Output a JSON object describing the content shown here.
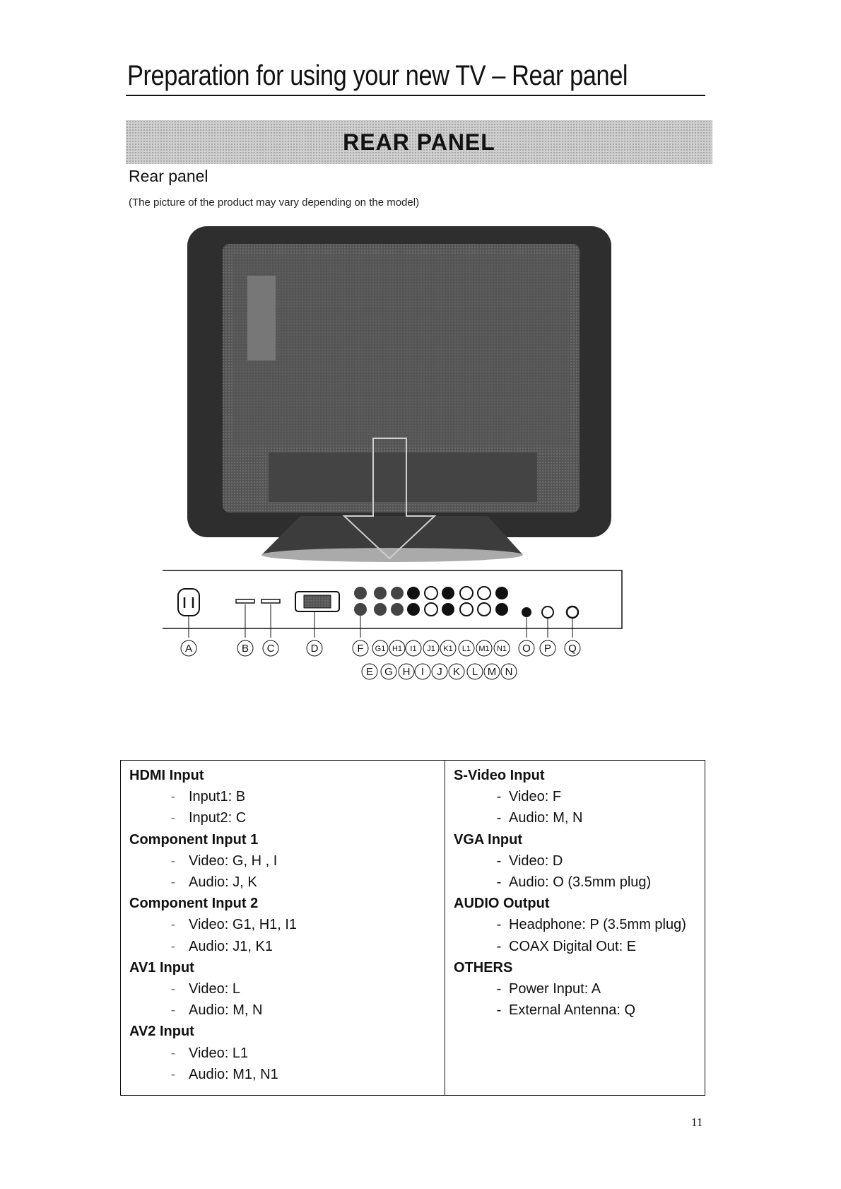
{
  "header": {
    "title": "Preparation for using your new TV – Rear panel",
    "banner": "REAR PANEL"
  },
  "intro": {
    "subtitle": "Rear panel",
    "note": "(The picture of the product may vary depending on the model)"
  },
  "labels": {
    "top": [
      "A",
      "B",
      "C",
      "D",
      "F",
      "G1",
      "H1",
      "I1",
      "J1",
      "K1",
      "L1",
      "M1",
      "N1",
      "O",
      "P",
      "Q"
    ],
    "bottom": [
      "E",
      "G",
      "H",
      "I",
      "J",
      "K",
      "L",
      "M",
      "N"
    ]
  },
  "sections_left": [
    {
      "title": "HDMI Input",
      "items": [
        "Input1: B",
        "Input2: C"
      ]
    },
    {
      "title": "Component Input 1",
      "items": [
        "Video: G, H , I",
        "Audio: J, K"
      ]
    },
    {
      "title": "Component Input 2",
      "items": [
        "Video: G1, H1, I1",
        "Audio: J1, K1"
      ]
    },
    {
      "title": "AV1 Input",
      "items": [
        "Video: L",
        "Audio: M, N"
      ]
    },
    {
      "title": "AV2 Input",
      "items": [
        "Video: L1",
        "Audio: M1, N1"
      ]
    }
  ],
  "sections_right": [
    {
      "title": "S-Video Input",
      "items": [
        "Video: F",
        "Audio: M, N"
      ]
    },
    {
      "title": "VGA Input",
      "items": [
        "Video: D",
        "Audio: O (3.5mm plug)"
      ]
    },
    {
      "title": "AUDIO Output",
      "items": [
        "Headphone: P (3.5mm plug)",
        "COAX Digital Out: E"
      ]
    },
    {
      "title": "OTHERS",
      "items": [
        "Power Input: A",
        "External Antenna: Q"
      ]
    }
  ],
  "footer": {
    "page_number": "11"
  },
  "colors": {
    "banner_bg": "#cfcfcf",
    "tv_body": "#3a3a3a"
  }
}
